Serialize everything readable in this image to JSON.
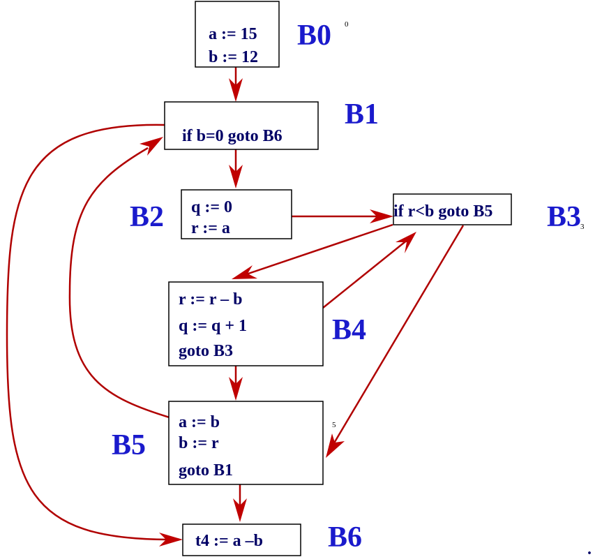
{
  "blocks": {
    "b0": {
      "label": "B0",
      "lines": [
        "a := 15",
        "b := 12"
      ]
    },
    "b1": {
      "label": "B1",
      "lines": [
        "if b=0 goto B6"
      ]
    },
    "b2": {
      "label": "B2",
      "lines": [
        "q := 0",
        "r := a"
      ]
    },
    "b3": {
      "label": "B3",
      "lines": [
        "if r<b goto B5"
      ]
    },
    "b4": {
      "label": "B4",
      "lines": [
        "r := r – b",
        "q := q + 1",
        "goto B3"
      ]
    },
    "b5": {
      "label": "B5",
      "lines": [
        "a := b",
        "b := r",
        "goto B1"
      ]
    },
    "b6": {
      "label": "B6",
      "lines": [
        "t4 := a –b"
      ]
    }
  },
  "marks": [
    "0",
    "3",
    "5",
    "."
  ],
  "colors": {
    "code_text": "#000066",
    "block_label": "#1a1acc",
    "edge": "#b00000",
    "arrowhead": "#c00000"
  }
}
